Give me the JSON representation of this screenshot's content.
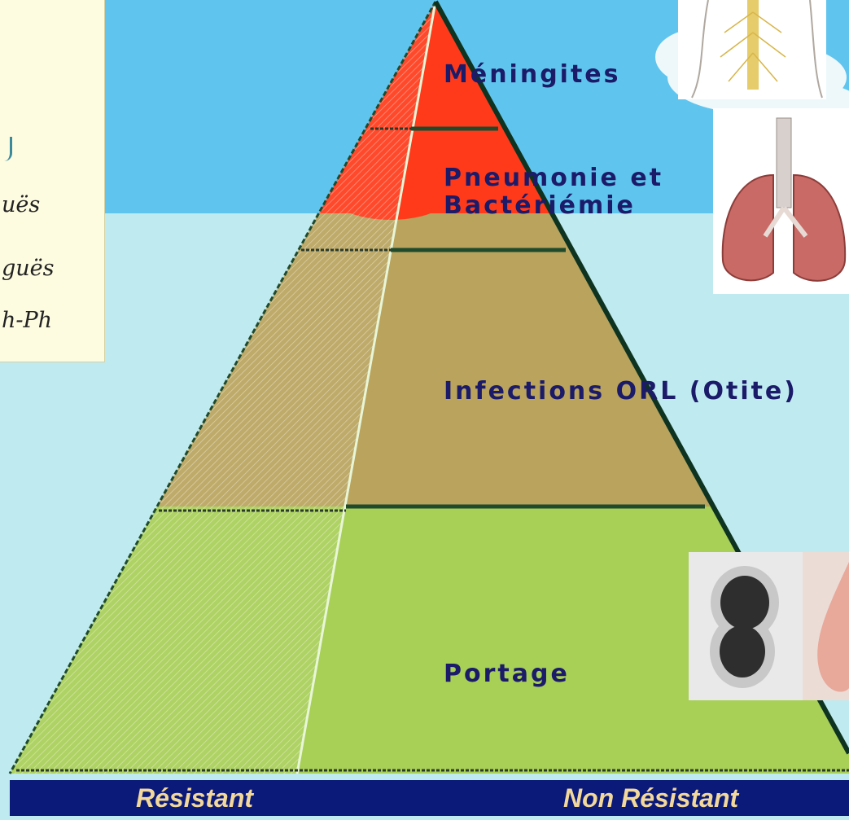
{
  "pyramid": {
    "levels": [
      {
        "label": "Méningites"
      },
      {
        "label": "Pneumonie et"
      },
      {
        "label": "Bactériémie"
      },
      {
        "label": "Infections ORL (Otite)"
      },
      {
        "label": "Portage"
      }
    ]
  },
  "axis": {
    "left_label": "Résistant",
    "right_label": "Non Résistant"
  },
  "note": {
    "lines": [
      "uës",
      "guës",
      "h-Ph"
    ]
  },
  "colors": {
    "sky": "#5fc5ee",
    "background": "#bfeaf0",
    "bar": "#0b1a78",
    "bar_text": "#f3d89c",
    "top_red": "#ff3a1a",
    "middle_brown": "#b9a35d",
    "bottom_green": "#a8cf56",
    "label_text": "#1b1b6a"
  },
  "images": [
    "spine-illustration",
    "lungs-illustration",
    "bacteria-micrograph",
    "nose-photo"
  ]
}
